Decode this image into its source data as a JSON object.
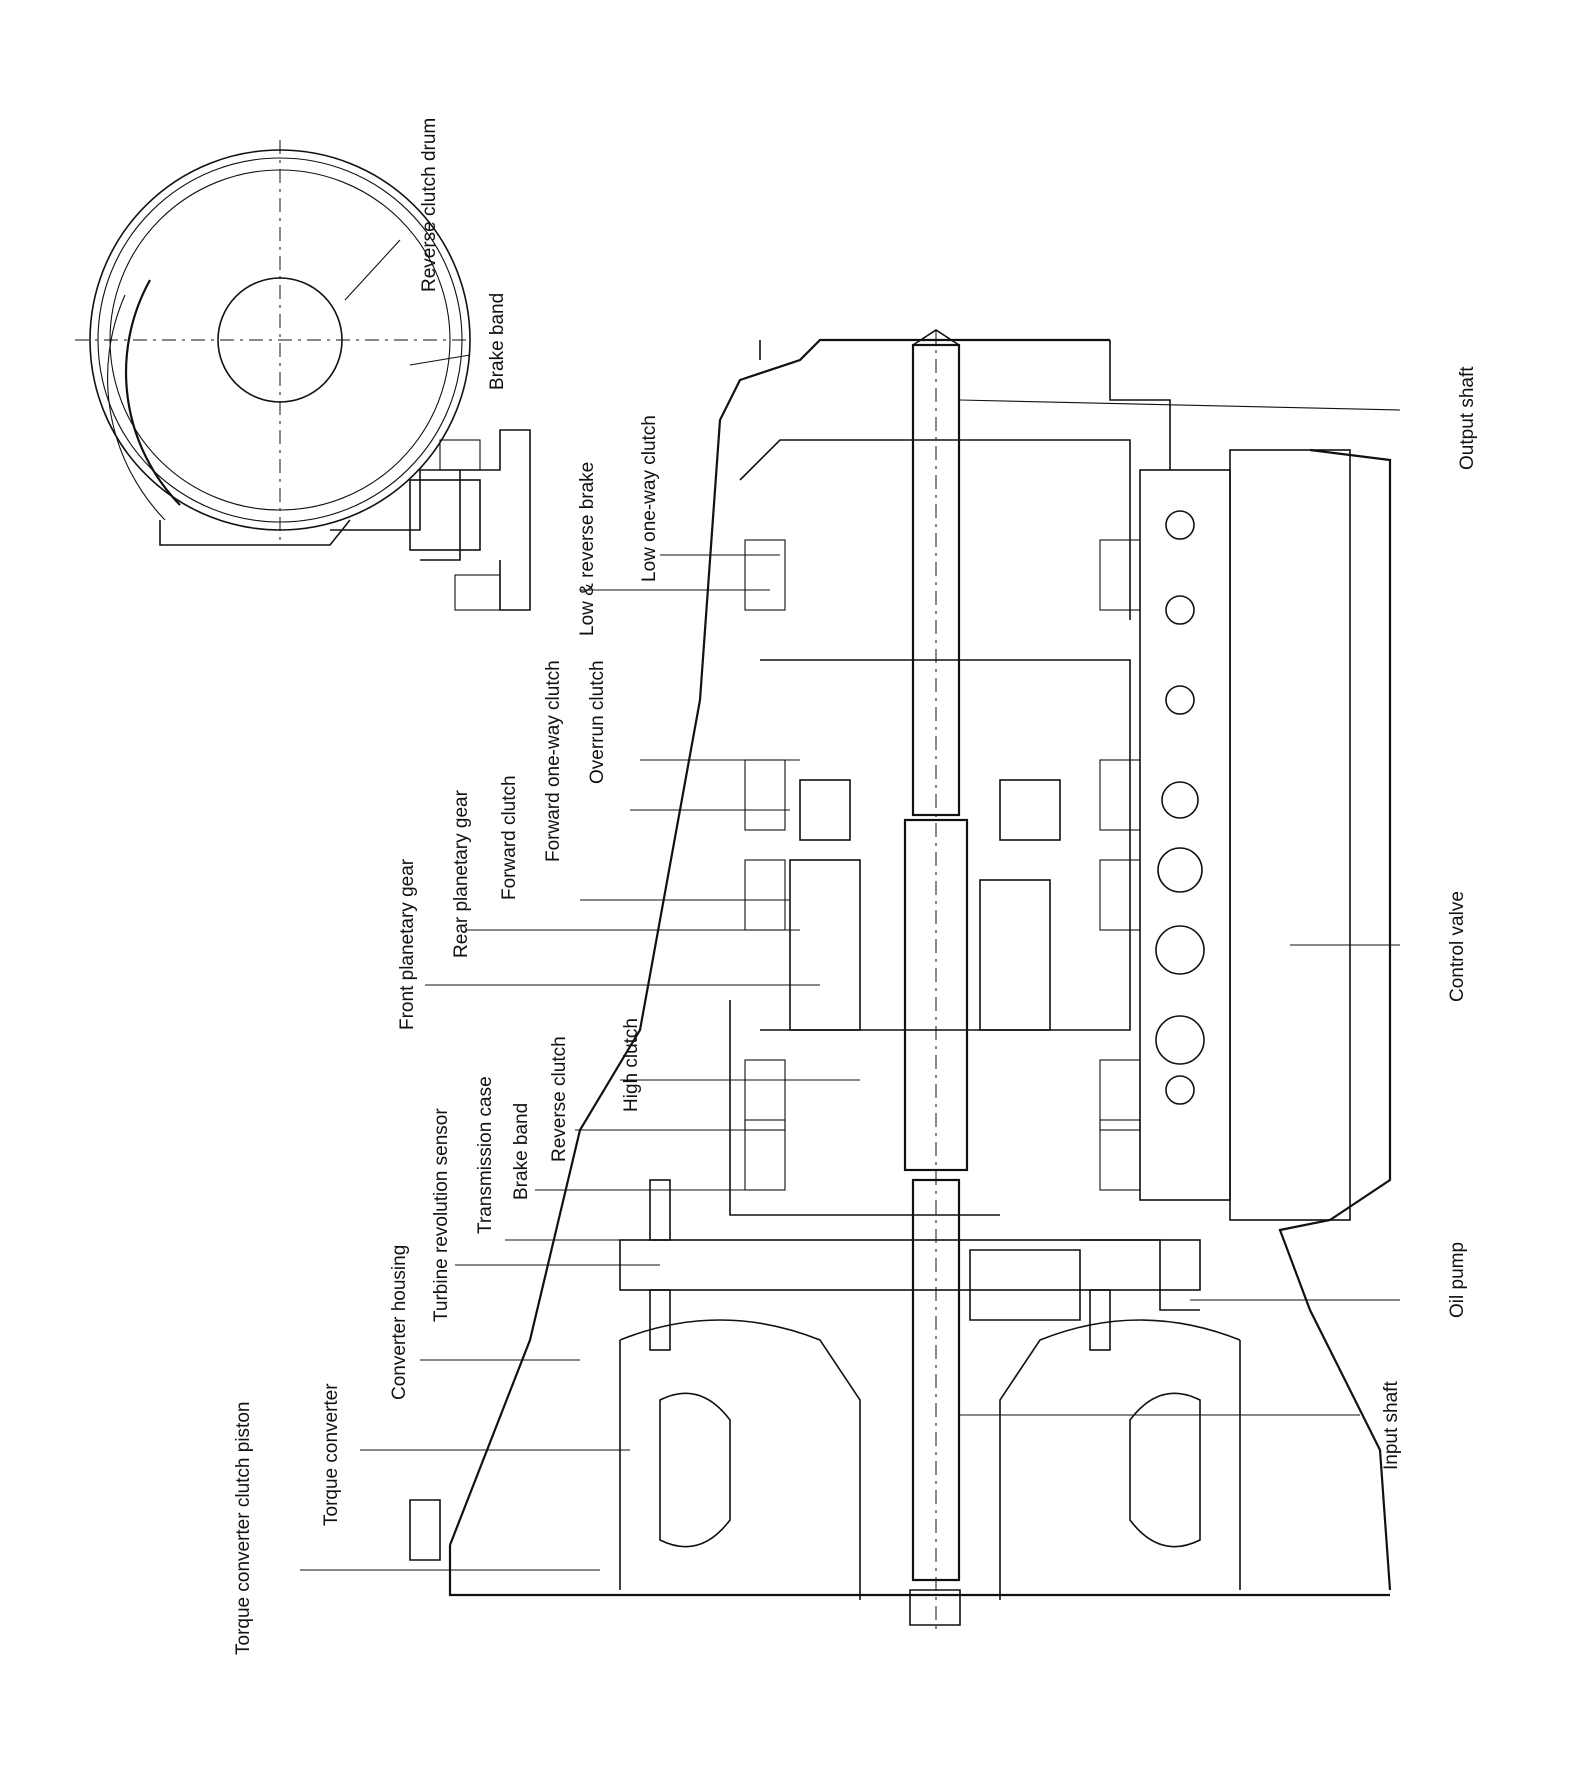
{
  "diagram": {
    "labels": {
      "reverse_clutch_drum": "Reverse clutch drum",
      "brake_band_top": "Brake band",
      "output_shaft": "Output shaft",
      "low_one_way_clutch": "Low one-way clutch",
      "low_reverse_brake": "Low & reverse brake",
      "forward_one_way_clutch": "Forward one-way clutch",
      "overrun_clutch": "Overrun clutch",
      "forward_clutch": "Forward clutch",
      "rear_planetary_gear": "Rear planetary gear",
      "front_planetary_gear": "Front planetary gear",
      "control_valve": "Control valve",
      "high_clutch": "High clutch",
      "reverse_clutch": "Reverse clutch",
      "brake_band": "Brake band",
      "transmission_case": "Transmission case",
      "turbine_revolution_sensor": "Turbine revolution sensor",
      "converter_housing": "Converter housing",
      "oil_pump": "Oil pump",
      "input_shaft": "Input shaft",
      "torque_converter": "Torque converter",
      "torque_converter_clutch_piston": "Torque converter clutch piston"
    }
  }
}
